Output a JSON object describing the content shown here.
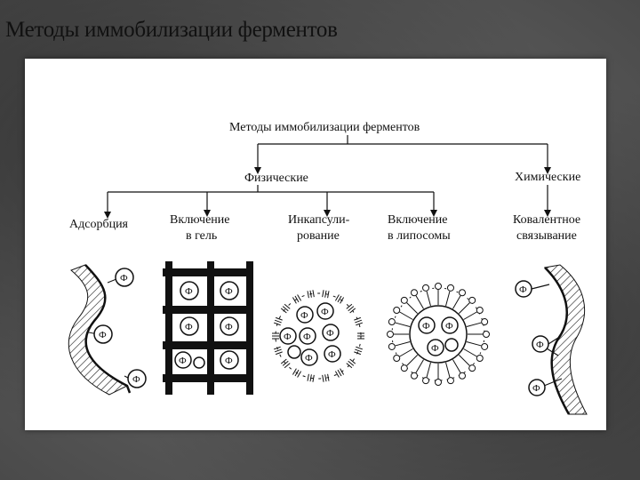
{
  "slide": {
    "title": "Методы иммобилизации ферментов"
  },
  "diagram": {
    "root": "Методы иммобилизации ферментов",
    "branches": {
      "physical": "Физические",
      "chemical": "Химические"
    },
    "methods": [
      {
        "line1": "Адсорбция",
        "line2": ""
      },
      {
        "line1": "Включение",
        "line2": "в гель"
      },
      {
        "line1": "Инкапсули-",
        "line2": "рование"
      },
      {
        "line1": "Включение",
        "line2": "в липосомы"
      },
      {
        "line1": "Ковалентное",
        "line2": "связывание"
      }
    ],
    "enzyme_symbol": "Ф"
  }
}
